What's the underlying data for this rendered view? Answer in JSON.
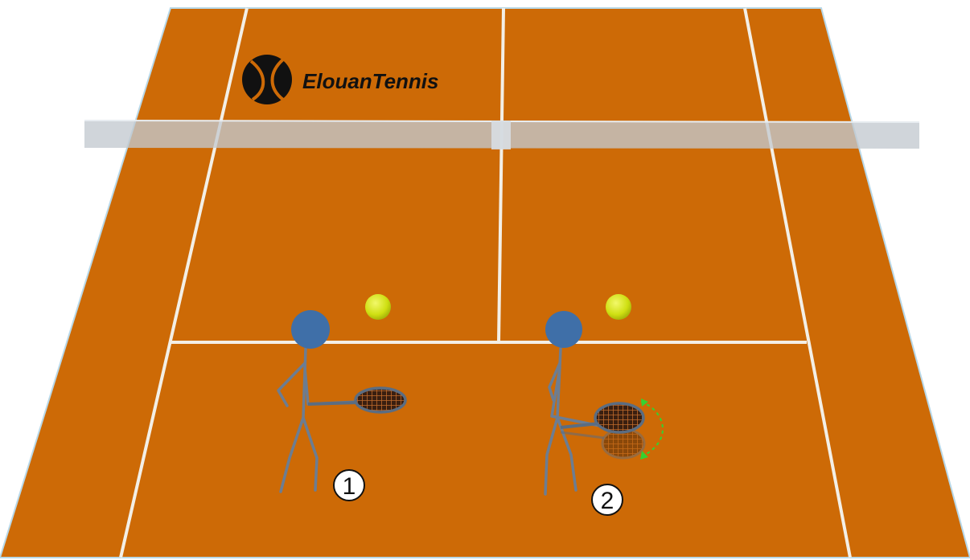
{
  "brand": {
    "name": "ElouanTennis",
    "logo_icon": "tennis-ball-icon"
  },
  "colors": {
    "court": "#cd6a06",
    "court_dark": "#b95c04",
    "lines": "#f3efe6",
    "net": "#b9c2ca",
    "player": "#3f6fa8",
    "body": "#6c7d92",
    "ball": "#d6e61b",
    "swing_arrow": "#36d130"
  },
  "players": [
    {
      "number": "1",
      "icon": "stick-figure-player-icon",
      "racket": "racket-forward"
    },
    {
      "number": "2",
      "icon": "stick-figure-player-icon",
      "racket": "racket-swing-arc"
    }
  ]
}
